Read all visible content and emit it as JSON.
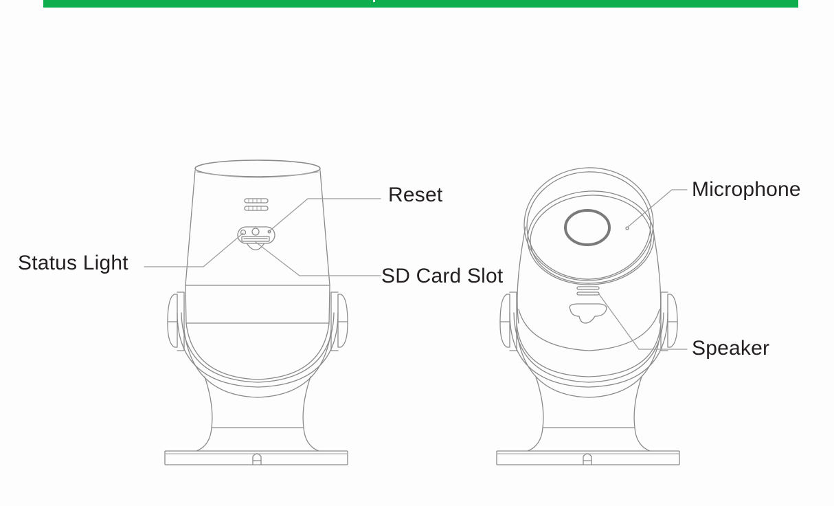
{
  "banner": {
    "title": "",
    "color": "#0eae4f"
  },
  "diagram": {
    "stroke_color": "#8a8a8a",
    "leader_color": "#9a9a9a",
    "views": [
      {
        "id": "rear-view",
        "labels": {
          "reset": "Reset",
          "status_light": "Status Light",
          "sd_card_slot": "SD Card Slot"
        }
      },
      {
        "id": "front-view",
        "labels": {
          "microphone": "Microphone",
          "speaker": "Speaker"
        }
      }
    ]
  },
  "labels": {
    "reset": "Reset",
    "status_light": "Status Light",
    "sd_card_slot": "SD Card Slot",
    "microphone": "Microphone",
    "speaker": "Speaker"
  }
}
